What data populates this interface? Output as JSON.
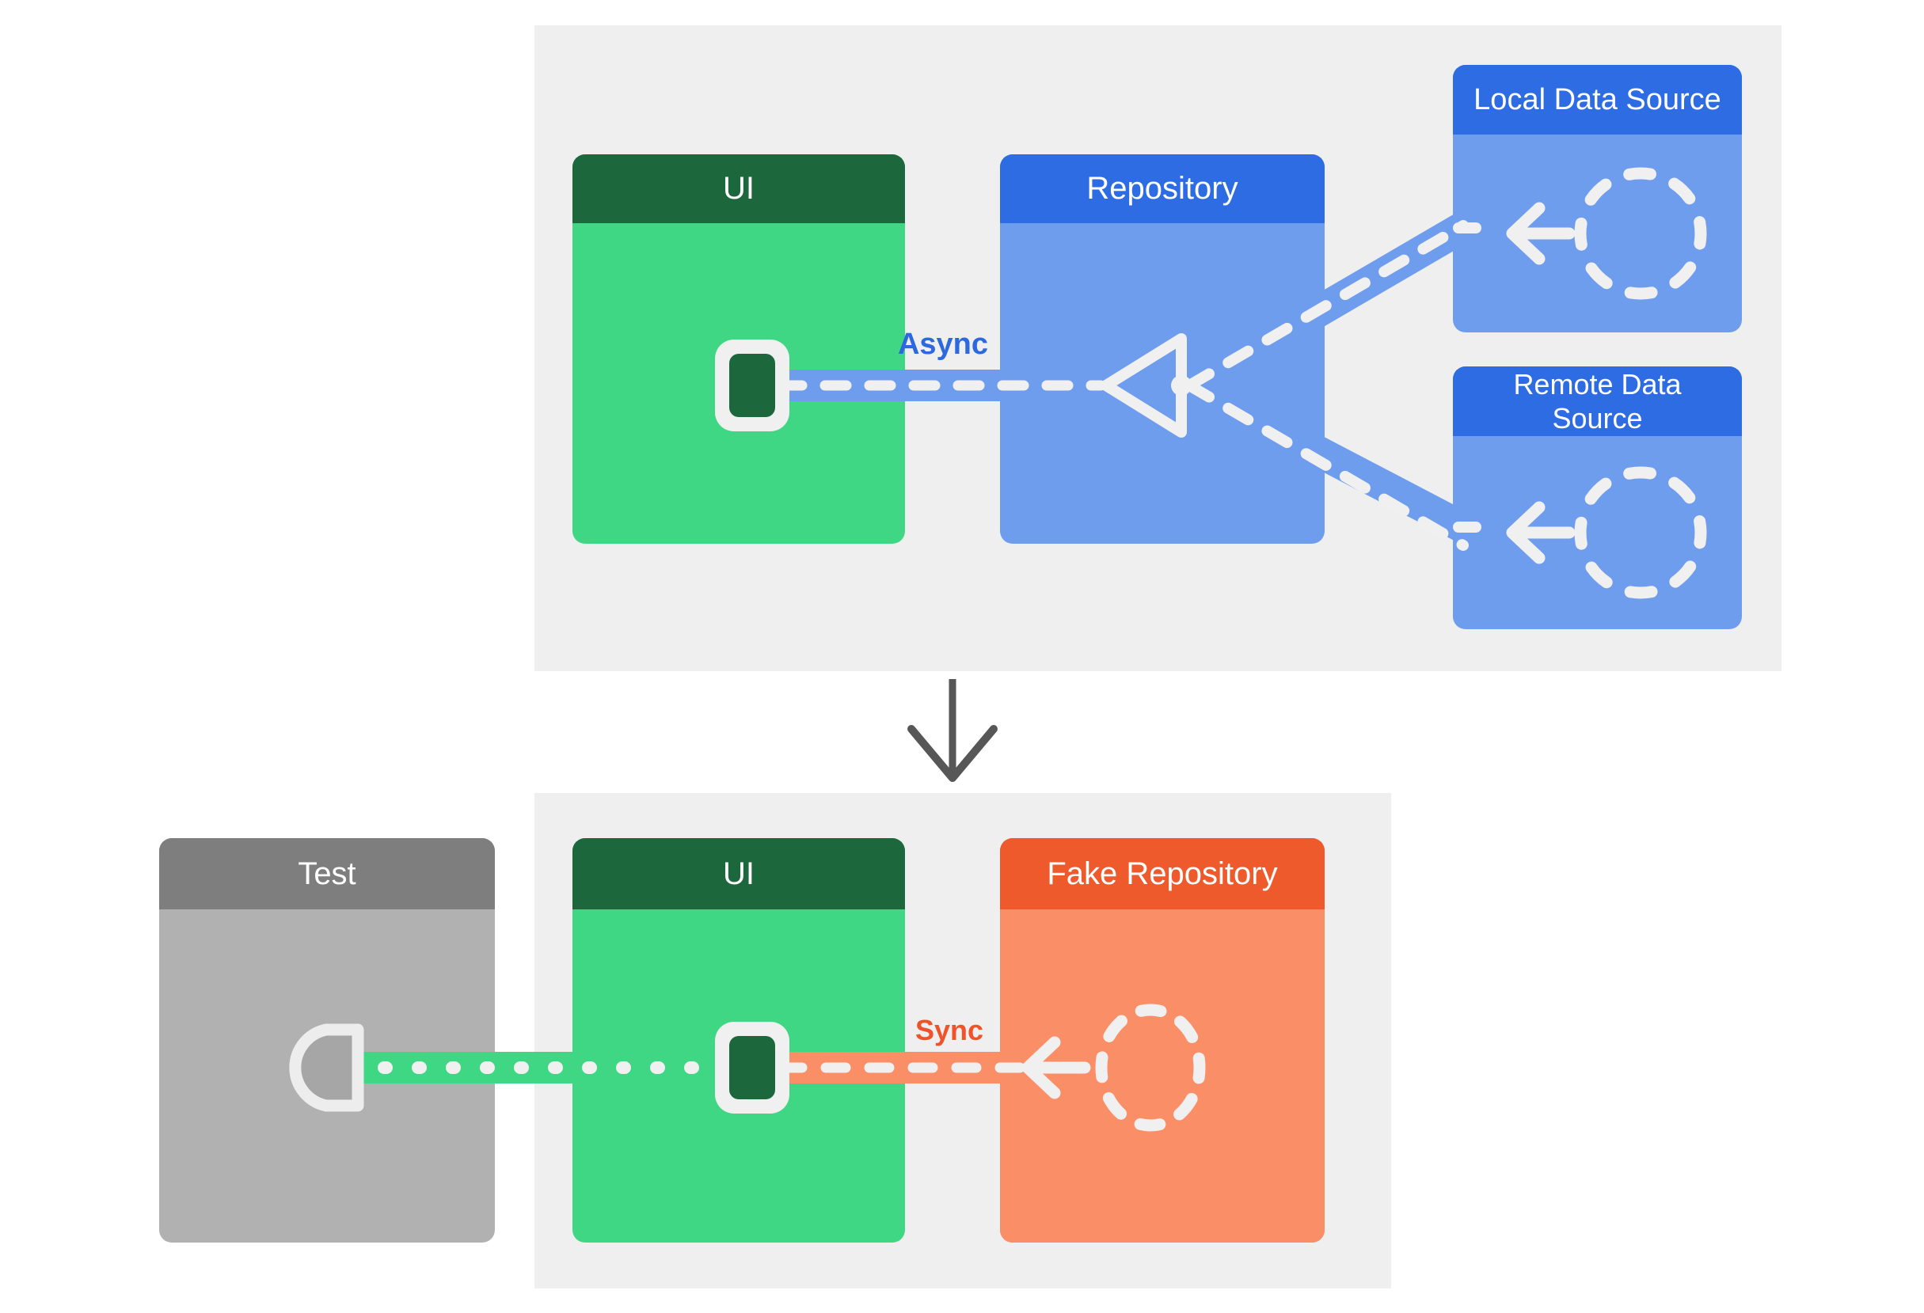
{
  "production_panel": {
    "ui": {
      "title": "UI"
    },
    "repository": {
      "title": "Repository"
    },
    "local_data_source": {
      "title": "Local Data Source"
    },
    "remote_data_source": {
      "title": "Remote Data Source"
    },
    "connection_label": "Async"
  },
  "test_panel": {
    "test": {
      "title": "Test"
    },
    "ui": {
      "title": "UI"
    },
    "fake_repository": {
      "title": "Fake Repository"
    },
    "connection_label": "Sync"
  },
  "colors": {
    "panel_background": "#efefef",
    "green_header": "#1d673c",
    "green_body": "#3fd783",
    "blue_header": "#2d6ce3",
    "blue_body": "#6f9ded",
    "orange_header": "#ef5a2c",
    "orange_body": "#fa8e67",
    "gray_header": "#7e7e7e",
    "gray_body": "#b1b1b1",
    "async_label": "#2c68de",
    "sync_label": "#f0522a",
    "connector_dash": "#f0f0f0",
    "transition_arrow": "#575757"
  }
}
